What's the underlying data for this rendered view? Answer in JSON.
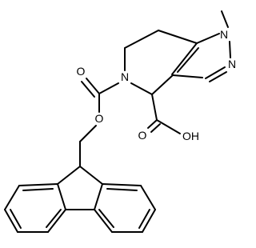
{
  "molecule": {
    "atoms": [
      {
        "id": "N_methyl",
        "label": "N"
      },
      {
        "id": "N_pyrazole",
        "label": "N"
      },
      {
        "id": "N_ring",
        "label": "N"
      },
      {
        "id": "O_carbamate_carbonyl",
        "label": "O"
      },
      {
        "id": "O_carbamate_ester",
        "label": "O"
      },
      {
        "id": "O_acid_carbonyl",
        "label": "O"
      },
      {
        "id": "OH_acid",
        "label": "OH"
      }
    ]
  },
  "colors": {
    "bond": "#000000",
    "label": "#000000",
    "background": "#ffffff"
  }
}
